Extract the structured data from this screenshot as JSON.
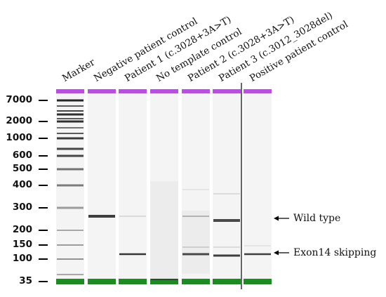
{
  "lanes": [
    {
      "label": "Marker"
    },
    {
      "label": "Negative patient control"
    },
    {
      "label": "Patient 1 (c.3028+3A>T)"
    },
    {
      "label": "No template control"
    },
    {
      "label": "Patient 2 (c.3028+3A>T)"
    },
    {
      "label": "Patient 3 (c.3012_3028del)"
    },
    {
      "label": "Positive patient control"
    }
  ],
  "size_markers": [
    "7000",
    "2000",
    "1000",
    "600",
    "500",
    "400",
    "300",
    "200",
    "150",
    "100",
    "35"
  ],
  "annotations": [
    {
      "label": "Wild type"
    },
    {
      "label": "Exon14 skipping"
    }
  ],
  "colors": {
    "upper_marker": "#b84fe0",
    "lower_marker": "#1e8a24",
    "band": "#2a2a2a"
  }
}
